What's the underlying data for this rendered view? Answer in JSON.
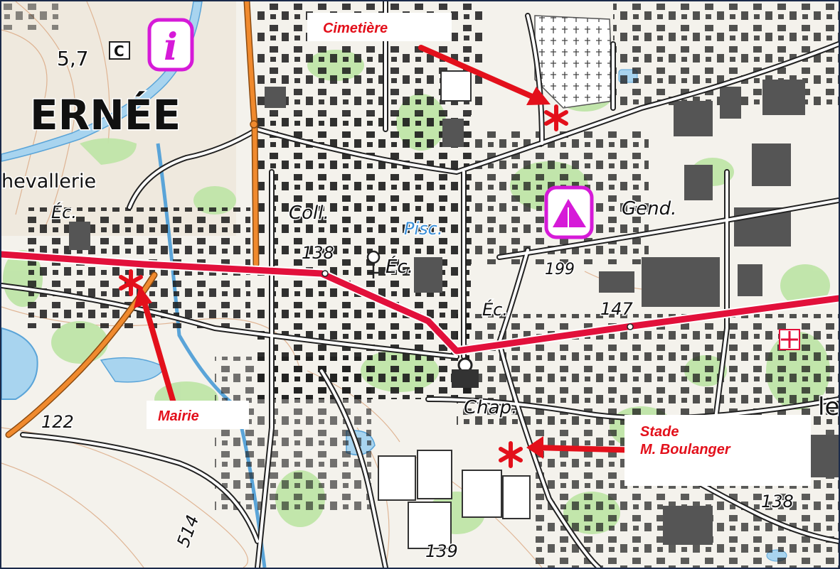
{
  "map": {
    "place_labels": {
      "town": "ERNÉE",
      "hamlet": "hevallerie",
      "ecole_1": "Éc.",
      "ecole_2": "Éc.",
      "ecole_3": "Éc.",
      "college": "Coll.",
      "piscine": "Pisc.",
      "gendarmerie": "Gend.",
      "chapelle": "Chap.",
      "le": "le",
      "grid_distance": "5,7",
      "marker_c": "C"
    },
    "elevations": [
      "138",
      "147",
      "122",
      "138",
      "139",
      "514",
      "199"
    ],
    "icons": [
      "tourist-info-icon",
      "camping-icon",
      "cemetery-pattern",
      "church-icon",
      "water-tower-icon"
    ],
    "colors": {
      "main_road": "#e2103b",
      "secondary_road": "#f08a2e",
      "water": "#a8d4ef",
      "vegetation": "#bfe5a8",
      "buildings": "#1a1a1a",
      "annotation": "#e3101b",
      "info_magenta": "#d61ad8"
    }
  },
  "annotations": [
    {
      "id": "cimetiere",
      "label": "Cimetière"
    },
    {
      "id": "mairie",
      "label": "Mairie"
    },
    {
      "id": "stade",
      "label": "Stade\nM. Boulanger",
      "line1": "Stade",
      "line2": "M. Boulanger"
    }
  ]
}
